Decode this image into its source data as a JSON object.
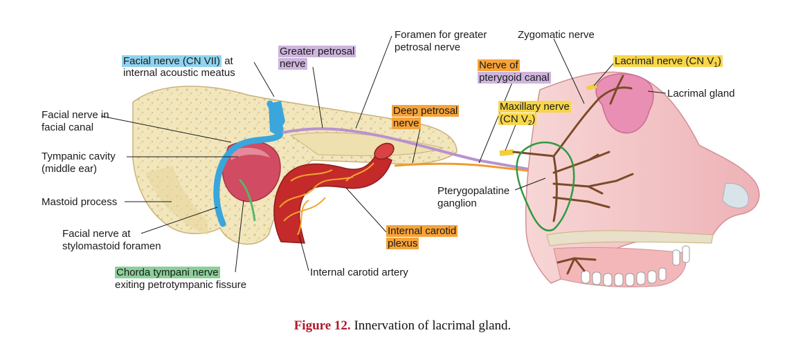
{
  "labels": {
    "facial_nerve_cn7": "Facial nerve (CN VII)",
    "facial_nerve_cn7_at": "at",
    "internal_acoustic_meatus": "internal acoustic meatus",
    "facial_nerve_canal_1": "Facial nerve in",
    "facial_nerve_canal_2": "facial canal",
    "tympanic_cavity_1": "Tympanic cavity",
    "tympanic_cavity_2": "(middle ear)",
    "mastoid_process": "Mastoid process",
    "facial_nerve_stylo_1": "Facial nerve at",
    "facial_nerve_stylo_2": "stylomastoid foramen",
    "chorda_tympani": "Chorda tympani nerve",
    "chorda_tympani_2": "exiting petrotympanic fissure",
    "greater_petrosal_1": "Greater petrosal",
    "greater_petrosal_2": "nerve",
    "foramen_greater_1": "Foramen for greater",
    "foramen_greater_2": "petrosal nerve",
    "zygomatic_nerve": "Zygomatic nerve",
    "nerve_pterygoid_1": "Nerve of",
    "nerve_pterygoid_2": "pterygoid canal",
    "lacrimal_nerve": "Lacrimal nerve (CN V",
    "lacrimal_nerve_sub": "1",
    "lacrimal_nerve_close": ")",
    "lacrimal_gland": "Lacrimal gland",
    "deep_petrosal_1": "Deep petrosal",
    "deep_petrosal_2": "nerve",
    "maxillary_1": "Maxillary nerve",
    "maxillary_2": "(CN V",
    "maxillary_sub": "2",
    "maxillary_close": ")",
    "pterygopalatine_1": "Pterygopalatine",
    "pterygopalatine_2": "ganglion",
    "internal_carotid_plexus_1": "Internal carotid",
    "internal_carotid_plexus_2": "plexus",
    "internal_carotid_artery": "Internal carotid artery"
  },
  "caption": {
    "figure": "Figure 12.",
    "text": " Innervation of lacrimal gland."
  },
  "colors": {
    "facial_nerve": "#3aa6dc",
    "greater_petrosal": "#b892cf",
    "deep_petrosal": "#ef9a2e",
    "trigeminal_branch": "#f1cf3d",
    "chorda_tympani": "#55b86a",
    "ganglion_outline": "#2e9a3f",
    "bone": "#f2e6bd",
    "artery": "#c42a2a",
    "nerve_brown": "#7a4a28",
    "face_skin": "#f2c1c4",
    "caption_figure": "#b2182b"
  }
}
